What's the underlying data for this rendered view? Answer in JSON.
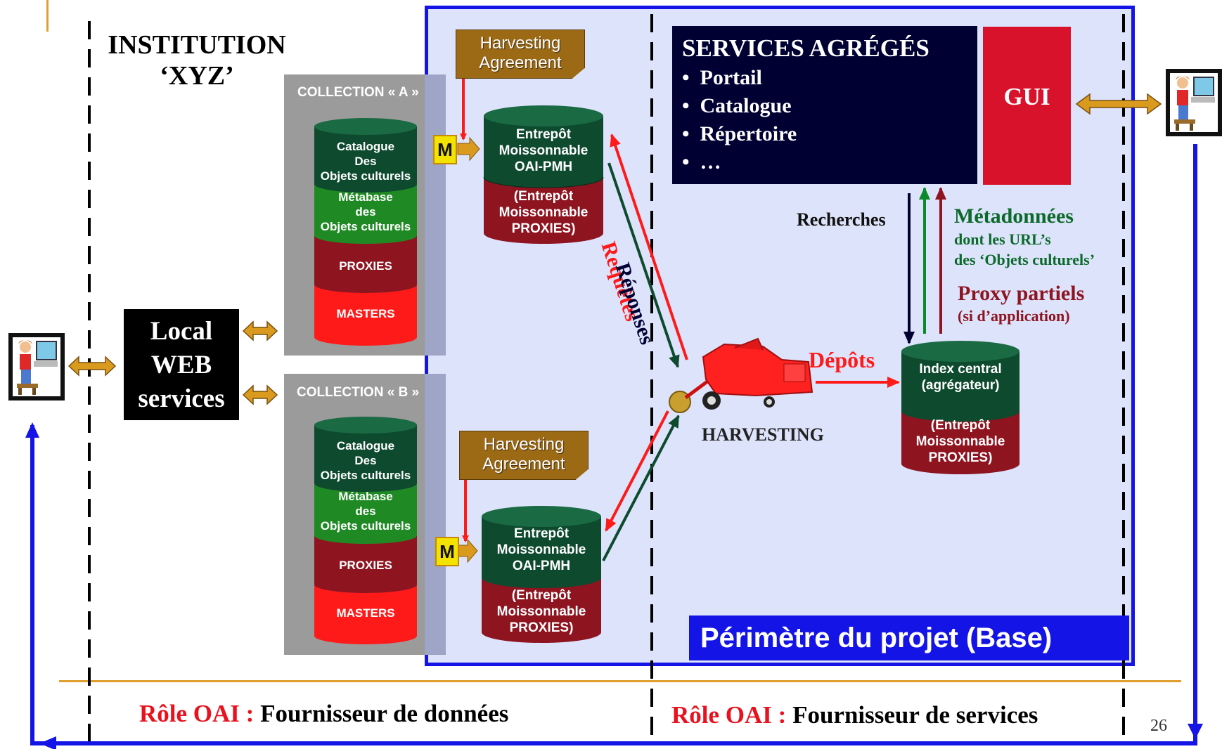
{
  "institution": {
    "line1": "INSTITUTION",
    "line2": "‘XYZ’"
  },
  "local_web": {
    "line1": "Local",
    "line2": "WEB",
    "line3": "services"
  },
  "collections": [
    {
      "label": "COLLECTION « A »",
      "catalogue": [
        "Catalogue",
        "Des",
        "Objets culturels"
      ],
      "metabase": [
        "Métabase",
        "des",
        "Objets culturels"
      ],
      "proxies": "PROXIES",
      "masters": "MASTERS"
    },
    {
      "label": "COLLECTION « B »",
      "catalogue": [
        "Catalogue",
        "Des",
        "Objets culturels"
      ],
      "metabase": [
        "Métabase",
        "des",
        "Objets culturels"
      ],
      "proxies": "PROXIES",
      "masters": "MASTERS"
    }
  ],
  "harvesting_agreement": [
    "Harvesting",
    "Agreement"
  ],
  "m_label": "M",
  "entrepot": {
    "top": [
      "Entrepôt",
      "Moissonnable",
      "OAI-PMH"
    ],
    "bottom": [
      "(Entrepôt",
      "Moissonnable",
      "PROXIES)"
    ]
  },
  "requetes": "Requêtes",
  "reponses": "Réponses",
  "harvesting": "HARVESTING",
  "depots": "Dépôts",
  "services": {
    "title": "SERVICES AGRÉGÉS",
    "items": [
      "Portail",
      "Catalogue",
      "Répertoire",
      "…"
    ],
    "gui": "GUI"
  },
  "recherches": "Recherches",
  "metadonnees": {
    "title": "Métadonnées",
    "line1": "dont les URL’s",
    "line2": "des ‘Objets culturels’"
  },
  "proxy_partiels": {
    "title": "Proxy partiels",
    "sub": "(si d’application)"
  },
  "index_central": {
    "top": [
      "Index central",
      "(agrégateur)"
    ],
    "bottom": [
      "(Entrepôt",
      "Moissonnable",
      "PROXIES)"
    ]
  },
  "perimetre": "Périmètre du projet (Base)",
  "role_left": {
    "label": "Rôle OAI :",
    "value": "Fournisseur de données"
  },
  "role_right": {
    "label": "Rôle OAI :",
    "value": "Fournisseur de services"
  },
  "page_number": "26",
  "colors": {
    "blue_frame": "#1414e6",
    "light_blue_fill": "#dde3fb",
    "dark_green": "#0d4a2e",
    "dark_red": "#8e1420",
    "bright_red": "#ff1a1a",
    "gold": "#d99a1e",
    "brown_note": "#9c6a14",
    "navy": "#000033"
  }
}
